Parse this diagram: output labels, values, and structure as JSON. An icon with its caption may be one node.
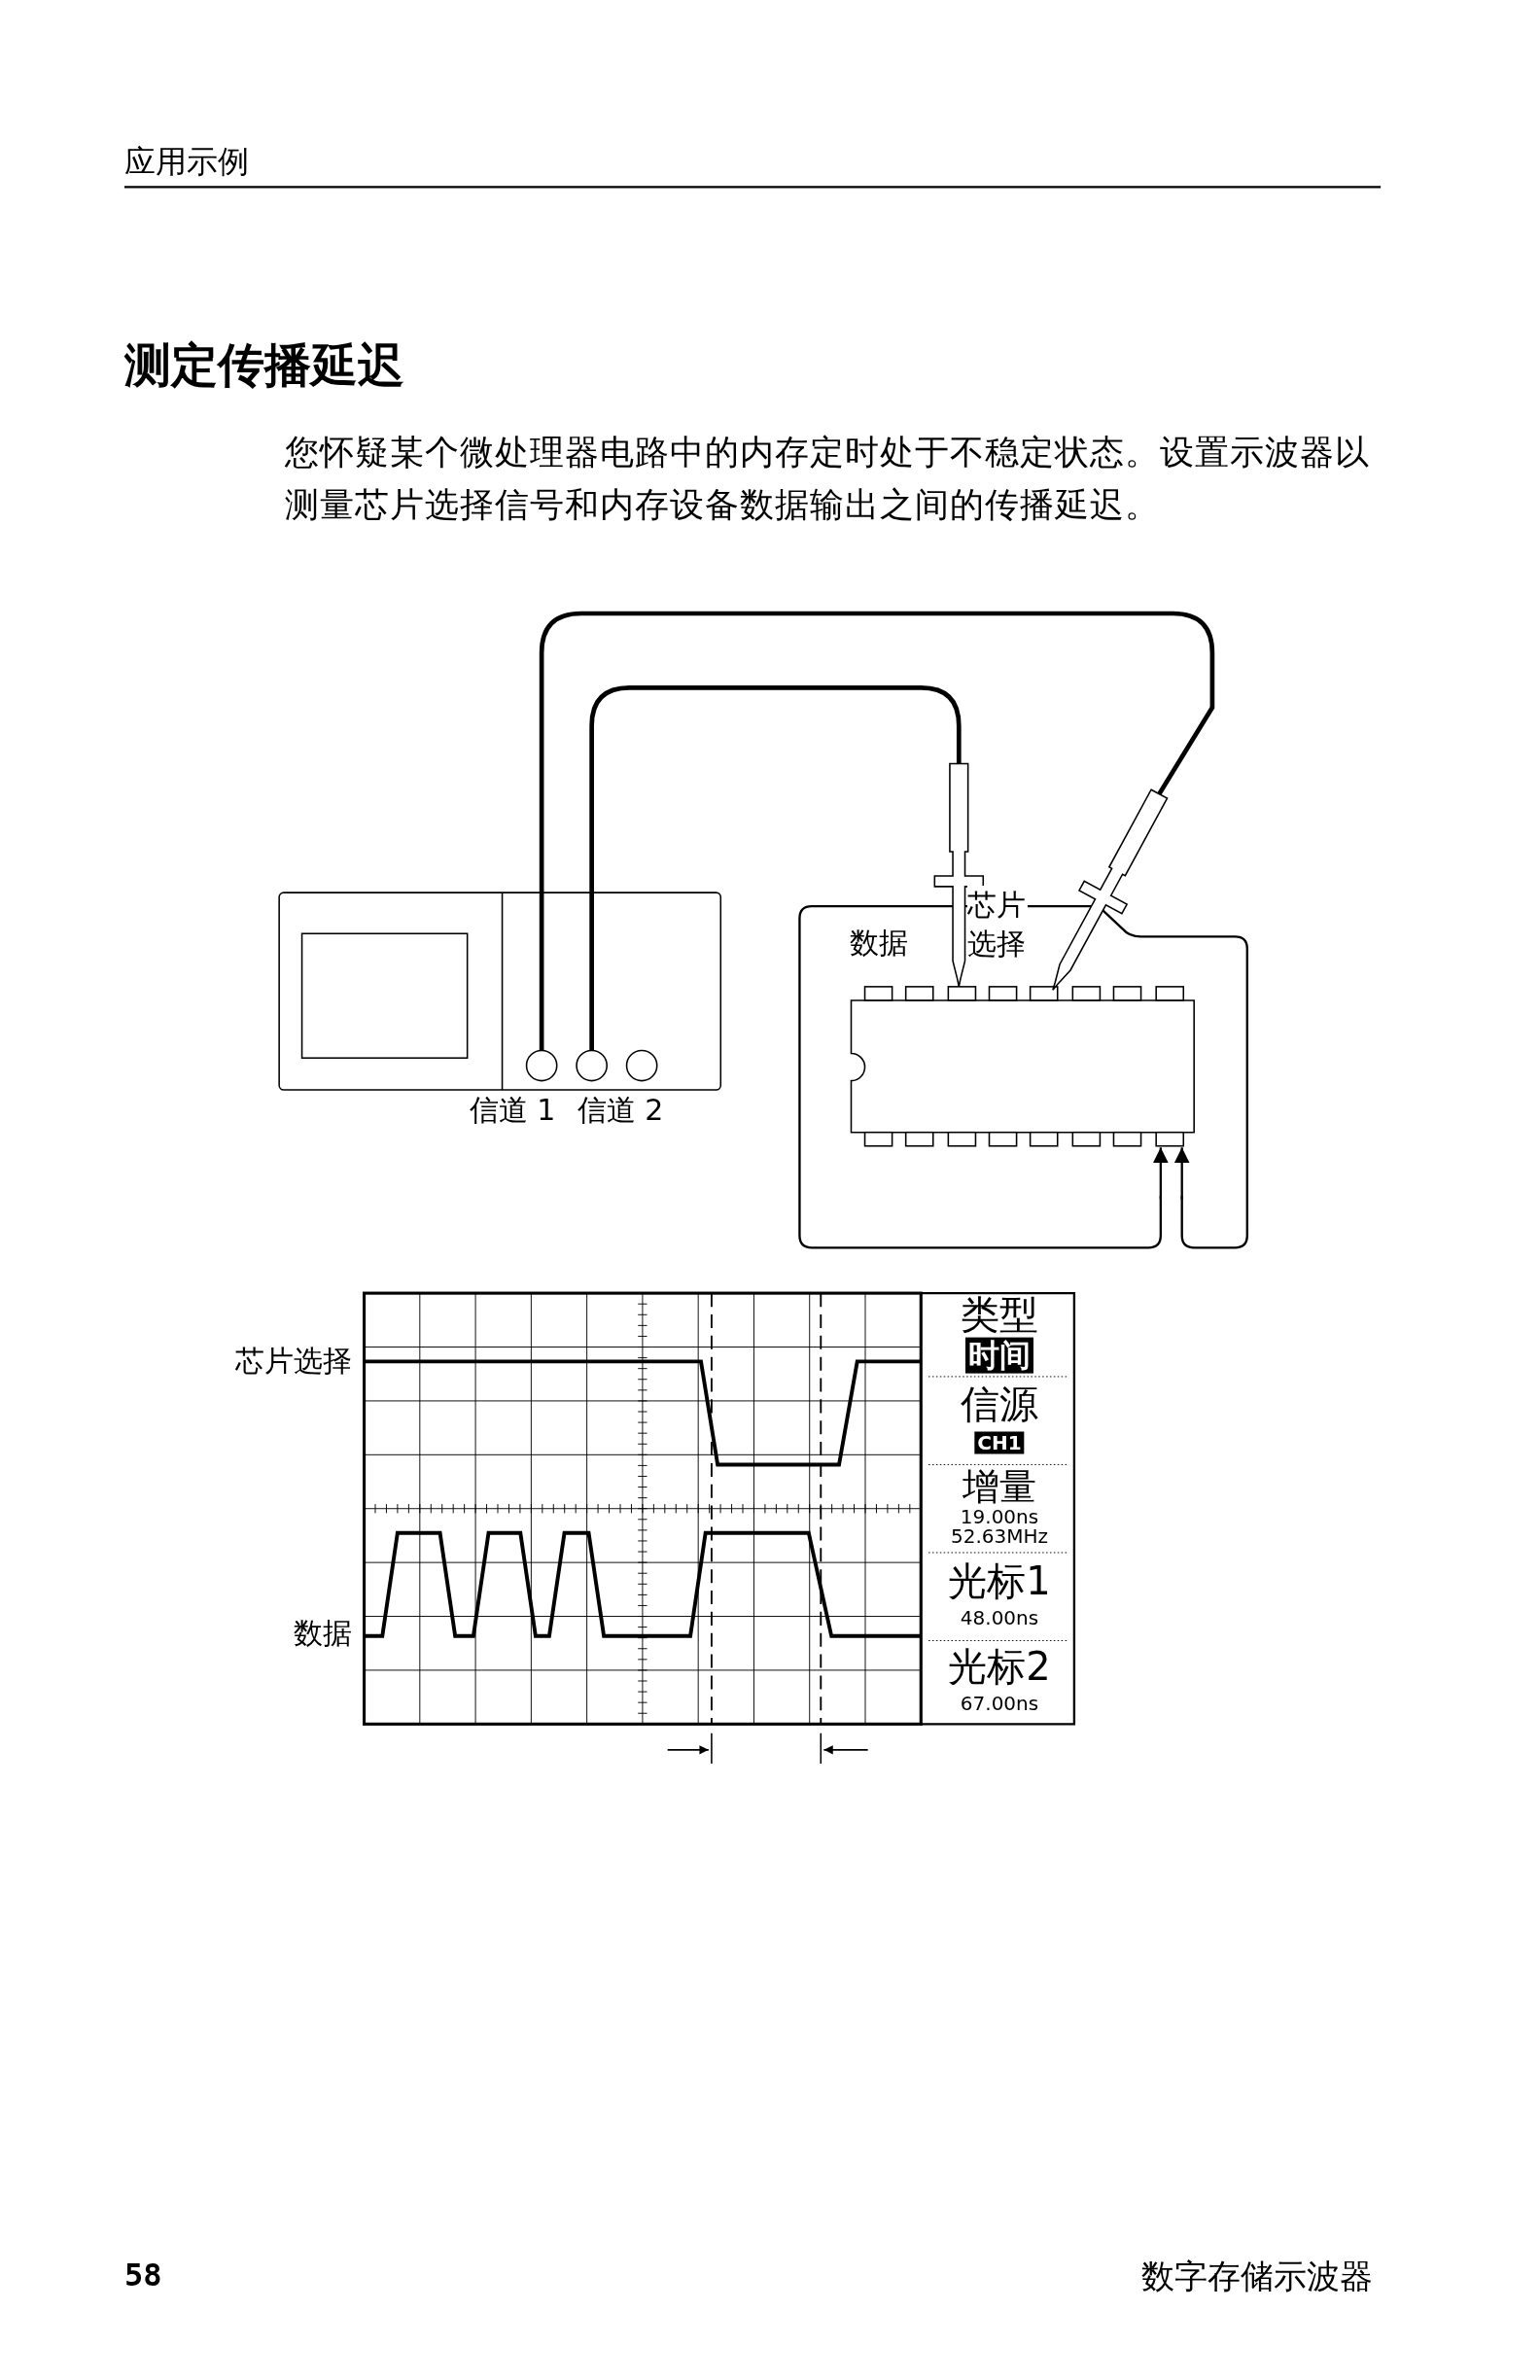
{
  "diagram": {
    "title": "测定传播延迟",
    "nodes": [
      {
        "text": [],
        "shape": "circle"
      },
      {
        "text": [],
        "shape": "circle"
      },
      {
        "text": [],
        "shape": "circle"
      },
      {
        "text": [],
        "shape": "probe"
      },
      {
        "text": [],
        "shape": "probe"
      },
      {
        "text": [],
        "shape": "box"
      }
    ],
    "edges": [
      {
        "from": 0,
        "to": 4,
        "arrow": "none"
      },
      {
        "from": 1,
        "to": 3,
        "arrow": "none"
      },
      {
        "from": null,
        "to": 5,
        "arrow": "to"
      },
      {
        "from": null,
        "to": 5,
        "arrow": "to"
      }
    ],
    "labels": [
      "应用示例",
      "您怀疑某个微处理器电路中的内存定时处于不稳定状态。设置示波器以测量芯片选择信号和内存设备数据输出之间的传播延迟。",
      "数据",
      "芯片选择",
      "信道 1",
      "信道 2",
      "芯片选择",
      "类型",
      "时间",
      "信源",
      "CH1",
      "增量",
      "19.00ns",
      "52.63MHz",
      "数据",
      "光标1",
      "48.00ns",
      "光标2",
      "67.00ns",
      "58",
      "数字存储示波器"
    ]
  }
}
